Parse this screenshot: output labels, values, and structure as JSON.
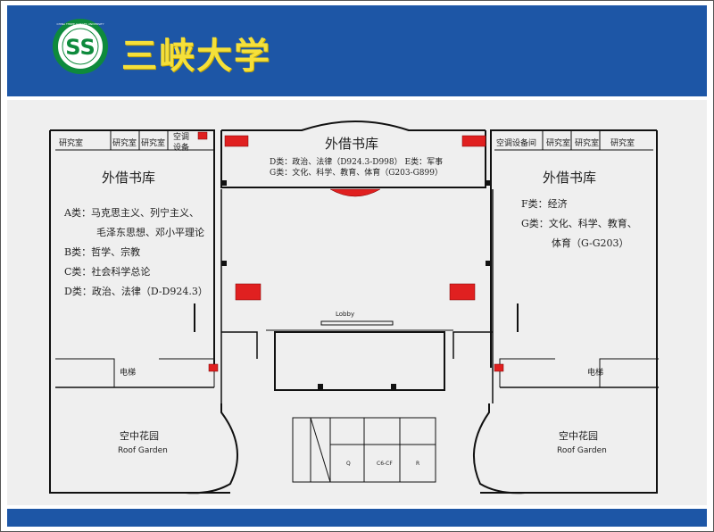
{
  "header": {
    "brand_name": "三峡大学",
    "logo_letters": "SS",
    "logo_ring_text": "CHINA THREE GORGES UNIVERSITY"
  },
  "colors": {
    "header_blue": "#1d56a6",
    "brand_yellow": "#f5e03a",
    "logo_green": "#0e8a3c",
    "stair_red": "#e02020"
  },
  "floor_plan": {
    "left_wing": {
      "title": "外借书库",
      "rooms": [
        "研究室",
        "研究室",
        "研究室",
        "空调",
        "设备"
      ],
      "categories": [
        "A类：马克思主义、列宁主义、",
        "毛泽东思想、邓小平理论",
        "B类：哲学、宗教",
        "C类：社会科学总论",
        "D类：政治、法律（D-D924.3）"
      ],
      "elevator_label": "电梯",
      "roof_garden_cn": "空中花园",
      "roof_garden_en": "Roof Garden"
    },
    "center": {
      "title": "外借书库",
      "categories": [
        "D类：政治、法律（D924.3-D998）  E类：军事",
        "G类：文化、科学、教育、体育（G203-G899）"
      ],
      "lobby": "Lobby",
      "cells": [
        "Q",
        "C6-CF",
        "R"
      ]
    },
    "right_wing": {
      "title": "外借书库",
      "rooms": [
        "空调设备间",
        "研究室",
        "研究室",
        "研究室"
      ],
      "categories": [
        "F类：经济",
        "G类：文化、科学、教育、",
        "体育（G-G203）"
      ],
      "elevator_label": "电梯",
      "roof_garden_cn": "空中花园",
      "roof_garden_en": "Roof Garden"
    }
  }
}
